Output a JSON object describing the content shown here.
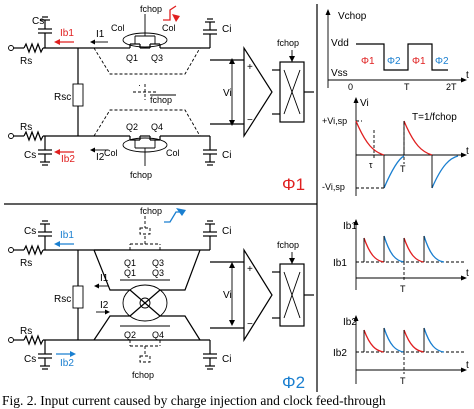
{
  "figure": {
    "caption": "Fig. 2. Input current caused by charge injection and clock feed-through"
  },
  "colors": {
    "red": "#e02020",
    "blue": "#1a7fd0",
    "black": "#000000"
  },
  "phase1": {
    "label": "Φ1",
    "cs_top": "Cs",
    "rs_top": "Rs",
    "ib1": "Ib1",
    "i1": "I1",
    "cs_bot": "Cs",
    "rs_bot": "Rs",
    "ib2": "Ib2",
    "i2": "I2",
    "rsc": "Rsc",
    "col_tl": "Col",
    "col_tr": "Col",
    "col_bl": "Col",
    "col_br": "Col",
    "q1": "Q1",
    "q2": "Q2",
    "q3": "Q3",
    "q4": "Q4",
    "fchop_top": "fchop",
    "fchop_mid": "fchop",
    "fchop_bot": "fchop",
    "ci_top": "Ci",
    "ci_bot": "Ci",
    "vi": "Vi",
    "plus": "+",
    "minus": "−"
  },
  "phase2": {
    "label": "Φ2",
    "cs_top": "Cs",
    "rs_top": "Rs",
    "ib1": "Ib1",
    "i1": "I1",
    "cs_bot": "Cs",
    "rs_bot": "Rs",
    "ib2": "Ib2",
    "i2": "I2",
    "rsc": "Rsc",
    "q1": "Q1",
    "q2": "Q2",
    "q3": "Q3",
    "q4": "Q4",
    "fchop_top": "fchop",
    "fchop_bot": "fchop",
    "ci_top": "Ci",
    "ci_bot": "Ci",
    "vi": "Vi",
    "plus": "+",
    "minus": "−"
  },
  "plot_vchop": {
    "title": "Vchop",
    "vdd": "Vdd",
    "vss": "Vss",
    "phi1a": "Φ1",
    "phi2a": "Φ2",
    "phi1b": "Φ1",
    "phi2b": "Φ2",
    "t": "t",
    "tick_T": "T",
    "tick_2T": "2T",
    "tick_0": "0"
  },
  "plot_vi": {
    "title": "Vi",
    "pos": "+Vi,sp",
    "neg": "-Vi,sp",
    "formula": "T=1/fchop",
    "tau": "τ",
    "tick_T": "T",
    "t": "t"
  },
  "plot_ib1": {
    "title": "Ib1",
    "level": "Ib1",
    "tick_T": "T",
    "t": "t"
  },
  "plot_ib2": {
    "title": "Ib2",
    "level": "Ib2",
    "tick_T": "T",
    "t": "t"
  }
}
